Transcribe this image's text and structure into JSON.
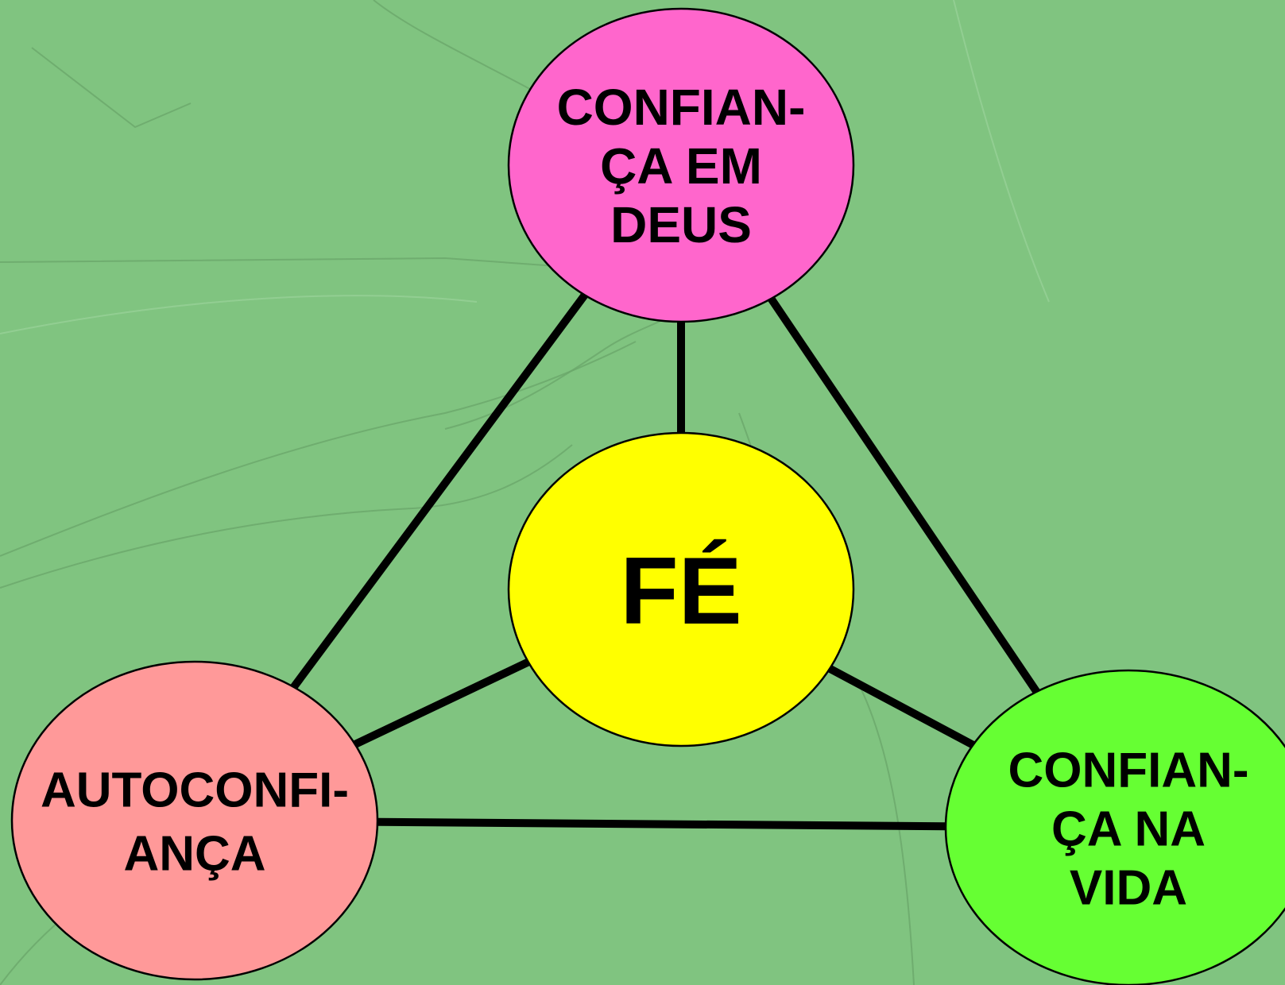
{
  "diagram": {
    "background_color": "#80c480",
    "nodes": {
      "top": {
        "lines": [
          "CONFIAN-",
          "ÇA EM",
          "DEUS"
        ],
        "color": "#ff66cc"
      },
      "center": {
        "lines": [
          "FÉ"
        ],
        "color": "#ffff00"
      },
      "left": {
        "lines": [
          "AUTOCONFI-",
          "ANÇA"
        ],
        "color": "#ff9999"
      },
      "right": {
        "lines": [
          "CONFIAN-",
          "ÇA NA",
          "VIDA"
        ],
        "color": "#66ff33"
      }
    },
    "edges": [
      [
        "top",
        "left"
      ],
      [
        "top",
        "right"
      ],
      [
        "left",
        "right"
      ],
      [
        "top",
        "center"
      ],
      [
        "center",
        "left"
      ],
      [
        "center",
        "right"
      ]
    ]
  }
}
